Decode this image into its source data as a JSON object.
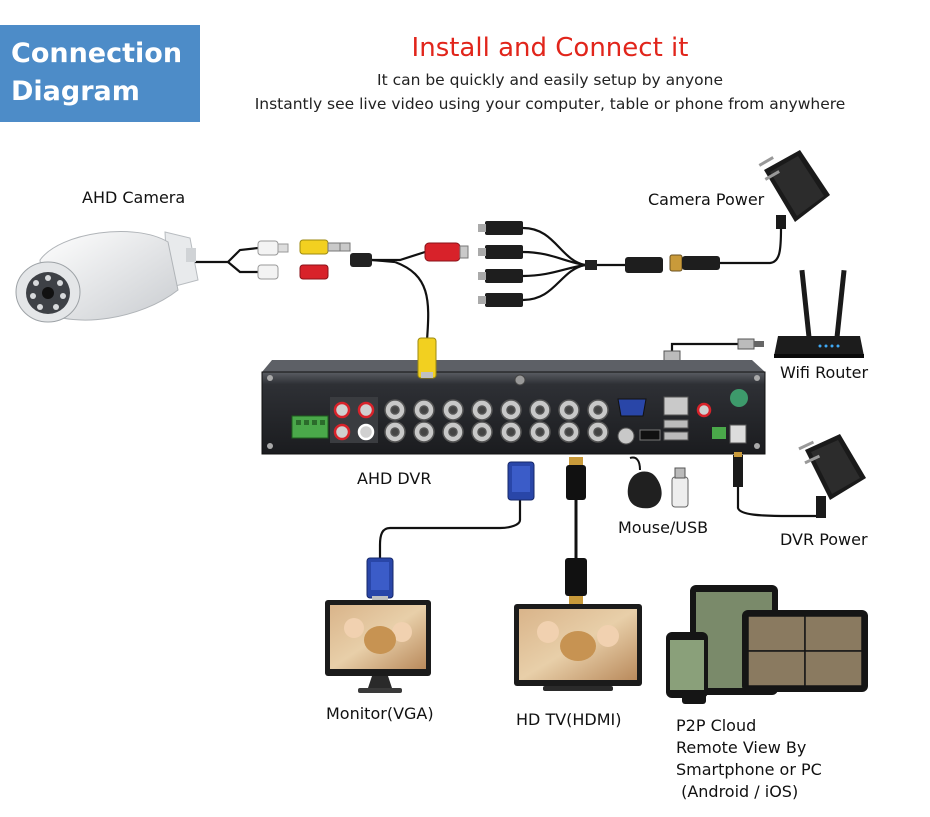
{
  "header": {
    "badge_line1": "Connection",
    "badge_line2": "Diagram",
    "title": "Install and Connect it",
    "subtitle_line1": "It can be quickly and easily setup by anyone",
    "subtitle_line2": "Instantly see live video using your computer, table or phone from anywhere"
  },
  "labels": {
    "camera": "AHD Camera",
    "camera_power": "Camera Power",
    "wifi_router": "Wifi Router",
    "dvr": "AHD DVR",
    "mouse_usb": "Mouse/USB",
    "dvr_power": "DVR Power",
    "monitor": "Monitor(VGA)",
    "hdtv": "HD TV(HDMI)",
    "p2p_line1": "P2P Cloud",
    "p2p_line2": "Remote View By",
    "p2p_line3": "Smartphone or PC",
    "p2p_line4": " (Android / iOS)"
  },
  "colors": {
    "badge": "#4d8cc8",
    "title": "#e1251b",
    "dvr_body": "#2b2d31",
    "vga_blue": "#2946a8",
    "rca_yellow": "#f2d020",
    "rca_red": "#d8222a"
  }
}
